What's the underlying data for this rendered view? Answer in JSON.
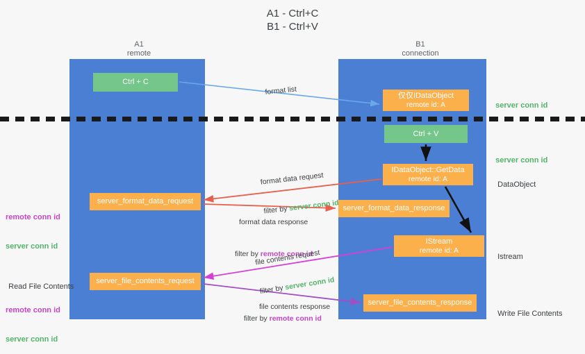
{
  "title": "A1 - Ctrl+C\nB1 - Ctrl+V",
  "colors": {
    "lane": "#4a7fd4",
    "green_node": "#74c68a",
    "orange_node": "#fbb04c",
    "server_conn_id": "#54b36b",
    "remote_conn_id": "#c446c4",
    "arrow_blue": "#6aa9e9",
    "arrow_red": "#e8604c",
    "arrow_black": "#000000",
    "arrow_magenta": "#d63fd6",
    "arrow_purple": "#a24fc4"
  },
  "columns": [
    {
      "name": "A1",
      "sub": "remote"
    },
    {
      "name": "B1",
      "sub": "connection"
    }
  ],
  "nodes": {
    "ctrl_c": {
      "line1": "Ctrl + C",
      "line2": ""
    },
    "idataobject": {
      "line1": "仅仅IDataObject",
      "line2": "remote id: A"
    },
    "ctrl_v": {
      "line1": "Ctrl + V",
      "line2": ""
    },
    "getdata": {
      "line1": "IDataObject::GetData",
      "line2": "remote id: A"
    },
    "istream": {
      "line1": "IStream",
      "line2": "remote id: A"
    },
    "server_format_data_request": {
      "line1": "server_format_data_request",
      "line2": ""
    },
    "server_format_data_response": {
      "line1": "server_format_data_response",
      "line2": ""
    },
    "server_file_contents_request": {
      "line1": "server_file_contents_request",
      "line2": ""
    },
    "server_file_contents_response": {
      "line1": "server_file_contents_response",
      "line2": ""
    }
  },
  "edge_labels": {
    "format_list": "format list",
    "format_data_request": "format data request",
    "format_data_request_filter_prefix": "filter by ",
    "format_data_request_filter_value": "server conn id",
    "format_data_response": "format data response",
    "format_data_response_filter_prefix": "filter by ",
    "format_data_response_filter_value": "remote conn id",
    "file_contents_request": "file contents request",
    "file_contents_request_filter_prefix": "filter by ",
    "file_contents_request_filter_value": "server conn id",
    "file_contents_response": "file contents response",
    "file_contents_response_filter_prefix": "filter by ",
    "file_contents_response_filter_value": "remote conn id"
  },
  "side_annotations": {
    "right_server_conn_id_top": "server conn id",
    "right_server_conn_id_mid": "server conn id",
    "right_dataobject": "DataObject",
    "right_istream": "Istream",
    "right_write_file_contents": "Write File Contents",
    "left_remote_conn_id_mid": "remote conn id",
    "left_server_conn_id_mid": "server conn id",
    "left_read_file_contents": "Read File Contents",
    "left_remote_conn_id_bottom": "remote conn id",
    "left_server_conn_id_bottom": "server conn id"
  }
}
